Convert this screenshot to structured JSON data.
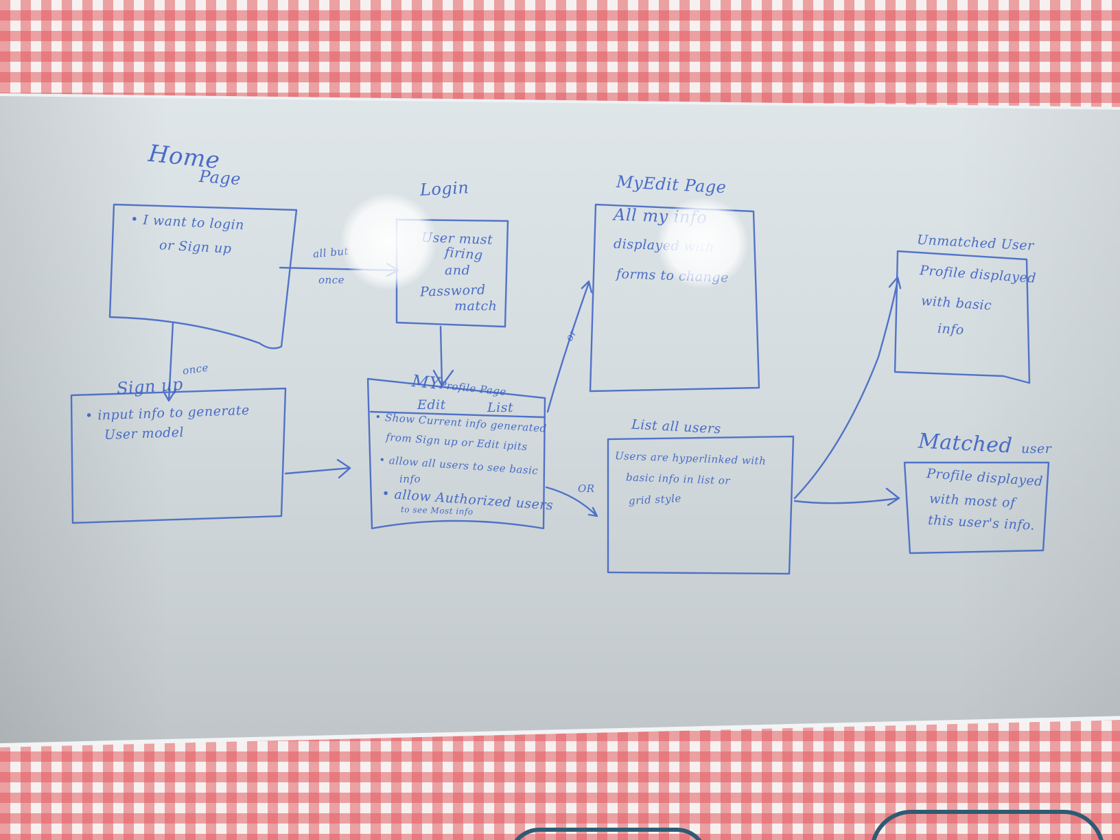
{
  "home": {
    "title_1": "Home",
    "title_2": "Page",
    "line_1": "• I want to login",
    "line_2": "or Sign up"
  },
  "login": {
    "title": "Login",
    "line_1": "User must",
    "line_2": "firing",
    "line_3": "and",
    "line_4": "Password",
    "line_5": "match"
  },
  "arrow_home_login": {
    "line_1": "all but",
    "line_2": "once"
  },
  "arrow_home_signup": {
    "label": "once"
  },
  "signup": {
    "title": "Sign up",
    "line_1": "• input info to generate",
    "line_2": "User model"
  },
  "profile": {
    "title_1": "MY",
    "title_2": "Profile Page",
    "tab_edit": "Edit",
    "tab_list": "List",
    "line_1": "• Show Current info generated",
    "line_2": "from Sign up or Edit ipits",
    "line_3": "• allow all users to see basic",
    "line_4": "info",
    "line_5": "• allow Authorized users",
    "line_6": "to see Most info"
  },
  "my_edit": {
    "title": "MyEdit Page",
    "line_1": "All my info",
    "line_2": "displayed with",
    "line_3": "forms to change"
  },
  "arrow_profile_edit": {
    "label": "or"
  },
  "arrow_profile_list": {
    "label": "OR"
  },
  "list_users": {
    "title": "List all users",
    "line_1": "Users are hyperlinked with",
    "line_2": "basic info in list or",
    "line_3": "grid style"
  },
  "unmatched": {
    "title": "Unmatched User",
    "line_1": "Profile displayed",
    "line_2": "with basic",
    "line_3": "info"
  },
  "matched": {
    "title_1": "Matched",
    "title_2": "user",
    "line_1": "Profile displayed",
    "line_2": "with most of",
    "line_3": "this user's info."
  },
  "colors": {
    "marker": "#3a60c4",
    "board": "#d8e0e4",
    "gingham": "#e25c62",
    "chair": "#2e5b73"
  }
}
